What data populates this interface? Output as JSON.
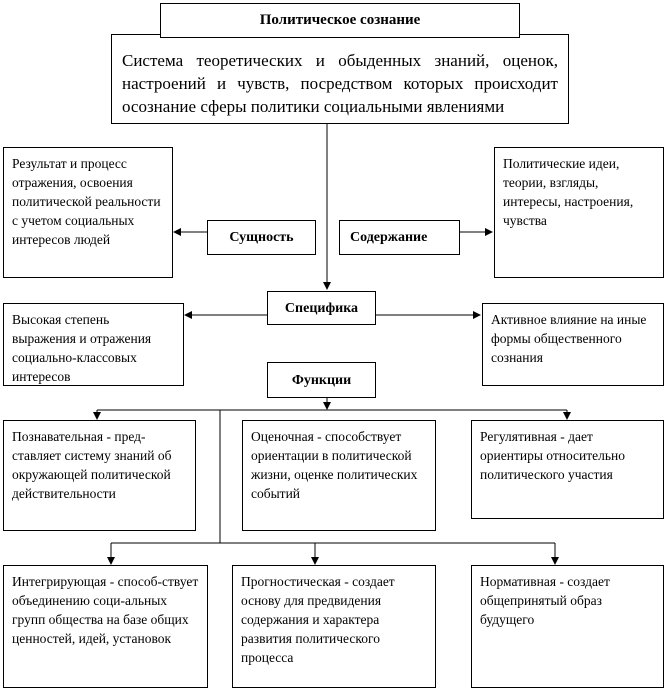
{
  "title": "Политическое сознание",
  "definition": "Система теоретических и обыденных знаний, оценок, настроений и чувств, посредством которых происходит осознание сферы политики социальными явлениями",
  "essence": {
    "label": "Сущность",
    "text": "Результат и процесс отражения, освоения политической реальности с учетом социальных интересов людей"
  },
  "content": {
    "label": "Содержание",
    "text": "Политические идеи, теории, взгляды, интересы, настроения, чувства"
  },
  "specifics": {
    "label": "Специфика",
    "left": "Высокая степень выражения и отражения социально-классовых интересов",
    "right": "Активное влияние на иные формы общественного сознания"
  },
  "functions": {
    "label": "Функции",
    "items": [
      "Познавательная - пред-ставляет систему знаний об окружающей политической действительности",
      "Оценочная - способствует ориентации в политической жизни, оценке политических событий",
      "Регулятивная - дает ориентиры относительно политического участия",
      "Интегрирующая - способ-ствует объединению соци-альных групп общества на базе общих ценностей, идей, установок",
      "Прогностическая - создает основу для предвидения содержания и характера развития политического процесса",
      "Нормативная - создает общепринятый образ будущего"
    ]
  }
}
